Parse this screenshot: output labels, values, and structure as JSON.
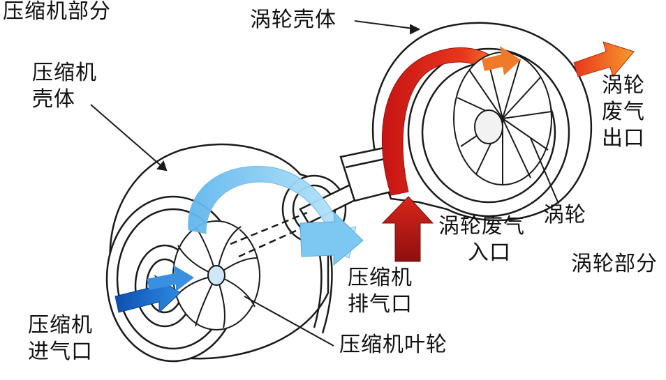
{
  "labels": {
    "compressor_section": "压缩机部分",
    "compressor_housing": [
      "压缩机",
      "壳体"
    ],
    "turbine_housing": "涡轮壳体",
    "turbine_exhaust_outlet": [
      "涡轮",
      "废气",
      "出口"
    ],
    "turbine_wheel": "涡轮",
    "turbine_exhaust_inlet": [
      "涡轮废气",
      "入口"
    ],
    "turbine_section": "涡轮部分",
    "compressor_outlet": [
      "压缩机",
      "排气口"
    ],
    "compressor_inlet": [
      "压缩机",
      "进气口"
    ],
    "compressor_wheel": "压缩机叶轮"
  },
  "colors": {
    "line": "#1a1a1a",
    "intake_blue": "#1f6fd0",
    "light_blue": "#8fd3f4",
    "exhaust_red": "#e8361c",
    "dark_red": "#b31212",
    "orange": "#f5781e"
  }
}
